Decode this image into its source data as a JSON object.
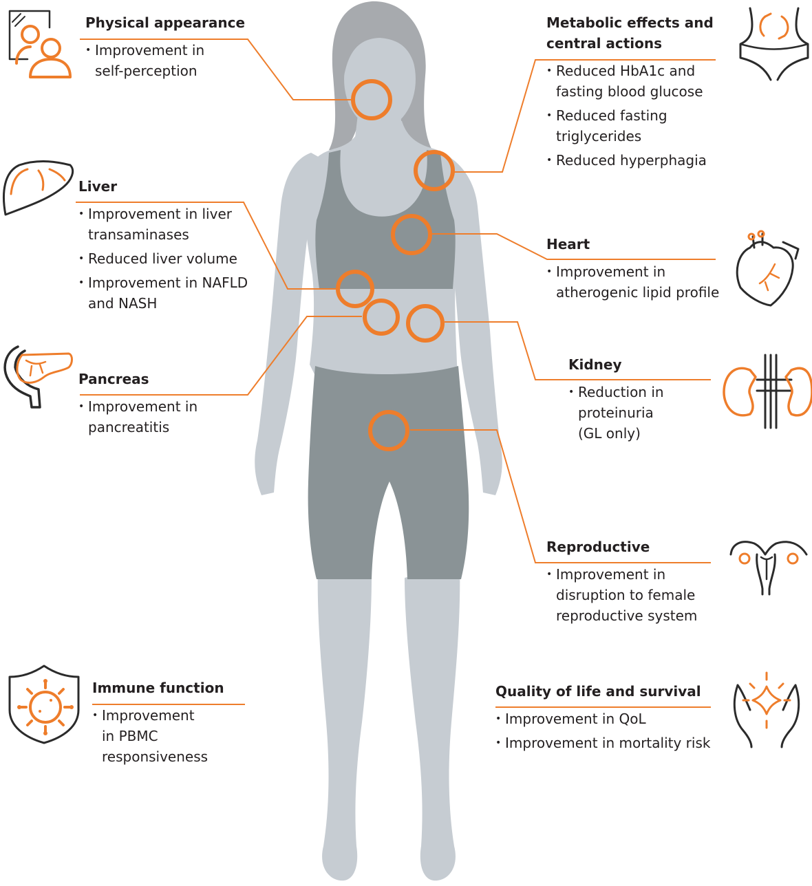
{
  "colors": {
    "accent": "#ee7d2b",
    "body_light": "#c6ccd2",
    "body_dark": "#8a9396",
    "hair": "#a7aaae",
    "icon_dark": "#2b2b2b",
    "text": "#231f20"
  },
  "sections": {
    "physical": {
      "title": "Physical appearance",
      "icon": "people-mirror-icon",
      "items": [
        [
          "Improvement in",
          "self-perception"
        ]
      ]
    },
    "liver": {
      "title": "Liver",
      "icon": "liver-icon",
      "items": [
        [
          "Improvement in liver",
          "transaminases"
        ],
        [
          "Reduced liver volume"
        ],
        [
          "Improvement in NAFLD",
          "and NASH"
        ]
      ]
    },
    "pancreas": {
      "title": "Pancreas",
      "icon": "pancreas-icon",
      "items": [
        [
          "Improvement in",
          "pancreatitis"
        ]
      ]
    },
    "immune": {
      "title": "Immune function",
      "icon": "virus-shield-icon",
      "items": [
        [
          "Improvement",
          "in PBMC",
          "responsiveness"
        ]
      ]
    },
    "metabolic": {
      "title_lines": [
        "Metabolic effects and",
        "central actions"
      ],
      "icon": "abdomen-cycle-icon",
      "items": [
        [
          "Reduced HbA1c and",
          "fasting blood glucose"
        ],
        [
          "Reduced fasting",
          "triglycerides"
        ],
        [
          "Reduced hyperphagia"
        ]
      ]
    },
    "heart": {
      "title": "Heart",
      "icon": "heart-icon",
      "items": [
        [
          "Improvement in",
          "atherogenic lipid profile"
        ]
      ]
    },
    "kidney": {
      "title": "Kidney",
      "icon": "kidney-icon",
      "items": [
        [
          "Reduction in",
          "proteinuria",
          "(GL only)"
        ]
      ]
    },
    "reproductive": {
      "title": "Reproductive",
      "icon": "uterus-icon",
      "items": [
        [
          "Improvement in",
          "disruption to female",
          "reproductive system"
        ]
      ]
    },
    "quality": {
      "title": "Quality of life and survival",
      "icon": "hands-sparkle-icon",
      "items": [
        [
          "Improvement in QoL"
        ],
        [
          "Improvement in mortality risk"
        ]
      ]
    }
  }
}
